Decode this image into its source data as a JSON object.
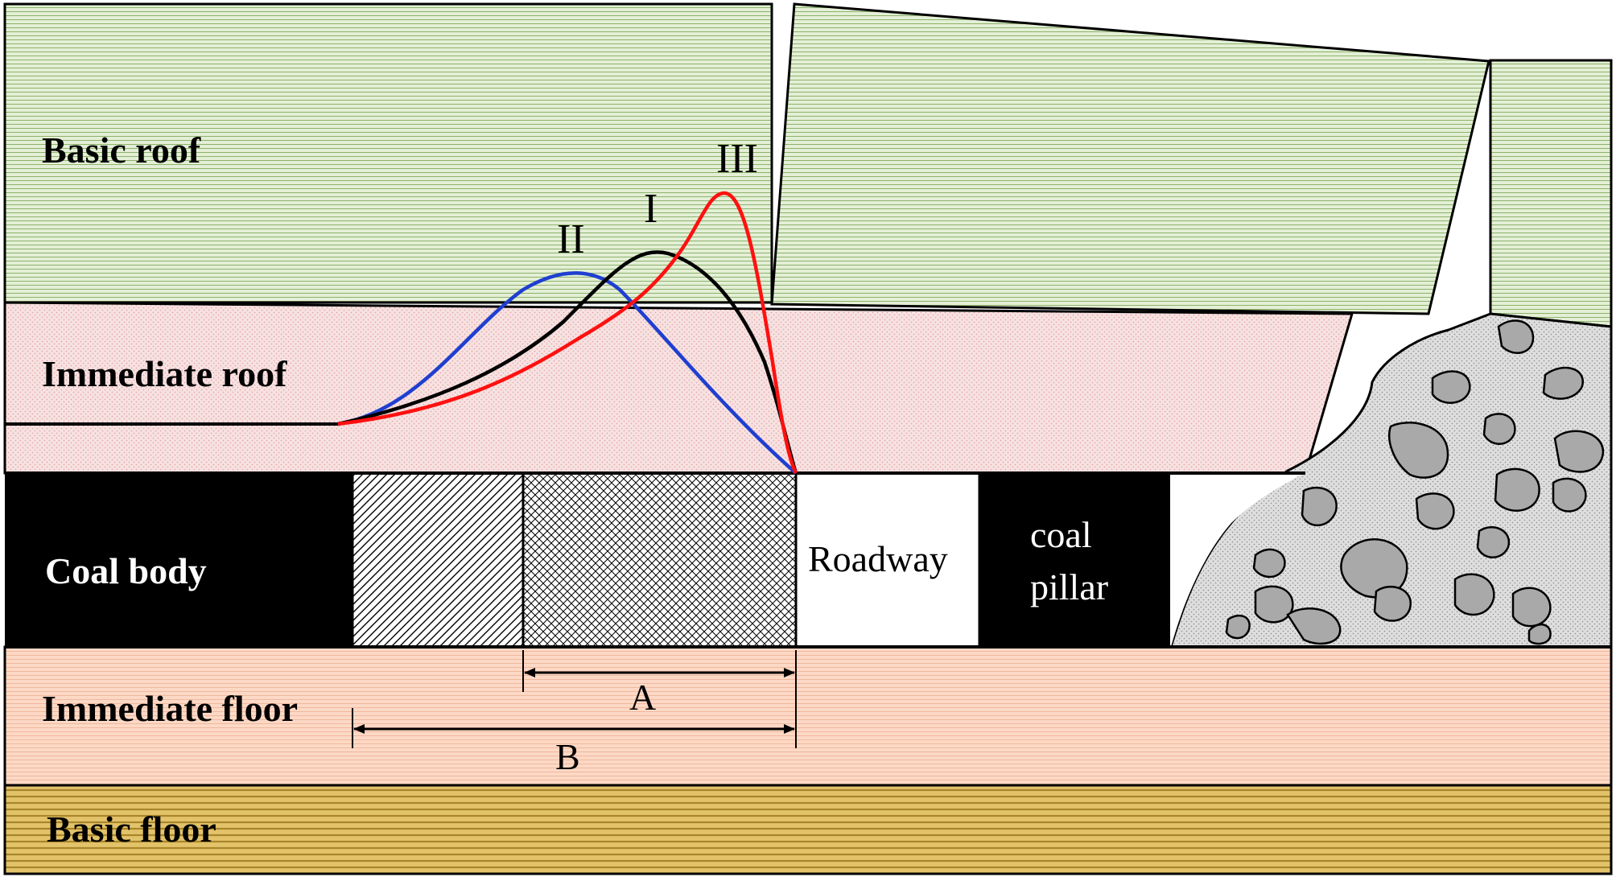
{
  "labels": {
    "basic_roof": "Basic roof",
    "immediate_roof": "Immediate roof",
    "coal_body": "Coal body",
    "roadway": "Roadway",
    "coal_pillar_line1": "coal",
    "coal_pillar_line2": "pillar",
    "immediate_floor": "Immediate floor",
    "basic_floor": "Basic floor",
    "dim_a": "A",
    "dim_b": "B"
  },
  "curves": [
    {
      "label": "I",
      "color": "#000000"
    },
    {
      "label": "II",
      "color": "#1f3fd0"
    },
    {
      "label": "III",
      "color": "#ff1010"
    }
  ],
  "colors": {
    "basic_roof": "#e4efd6",
    "immediate_roof": "#f6dede",
    "coal": "#000000",
    "immediate_floor": "#fcd8c4",
    "basic_floor": "#d8b24a",
    "gob": "#d8d8d8",
    "rock": "#a8a8a8"
  }
}
